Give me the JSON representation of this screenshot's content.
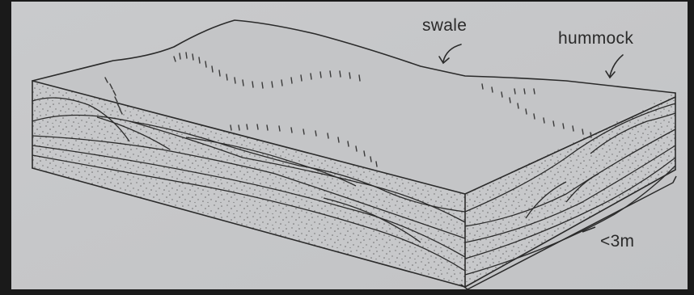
{
  "diagram": {
    "labels": {
      "swale": "swale",
      "hummock": "hummock",
      "thickness": "<3m"
    }
  },
  "colors": {
    "background_dark": "#1a1a1a",
    "paper": "#c8c9cb",
    "top_surface": "#c4c5c7",
    "ink": "#2a2a2a",
    "stipple": "#6a6a6a"
  }
}
